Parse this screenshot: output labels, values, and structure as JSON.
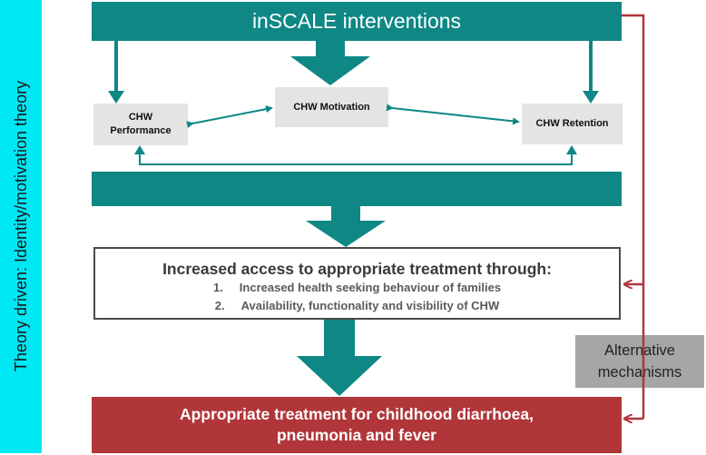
{
  "side_label": "Theory driven: Identity/motivation theory",
  "top_banner": "inSCALE interventions",
  "boxes": {
    "performance": [
      "CHW",
      "Performance"
    ],
    "motivation": "CHW Motivation",
    "retention": "CHW Retention"
  },
  "mid_banner": "",
  "access": {
    "title": "Increased access to appropriate treatment through:",
    "items": [
      {
        "num": "1.",
        "text": "Increased health seeking behaviour of families"
      },
      {
        "num": "2.",
        "text": "Availability, functionality and visibility of  CHW"
      }
    ]
  },
  "outcome": [
    "Appropriate treatment for childhood diarrhoea,",
    "pneumonia and fever"
  ],
  "alternative": [
    "Alternative",
    "mechanisms"
  ],
  "colors": {
    "cyan_bar": "#00e8f4",
    "teal": "#0e8785",
    "dark_red": "#b0363a",
    "grey_box": "#e4e4e4",
    "alt_grey": "#a6a6a6"
  }
}
